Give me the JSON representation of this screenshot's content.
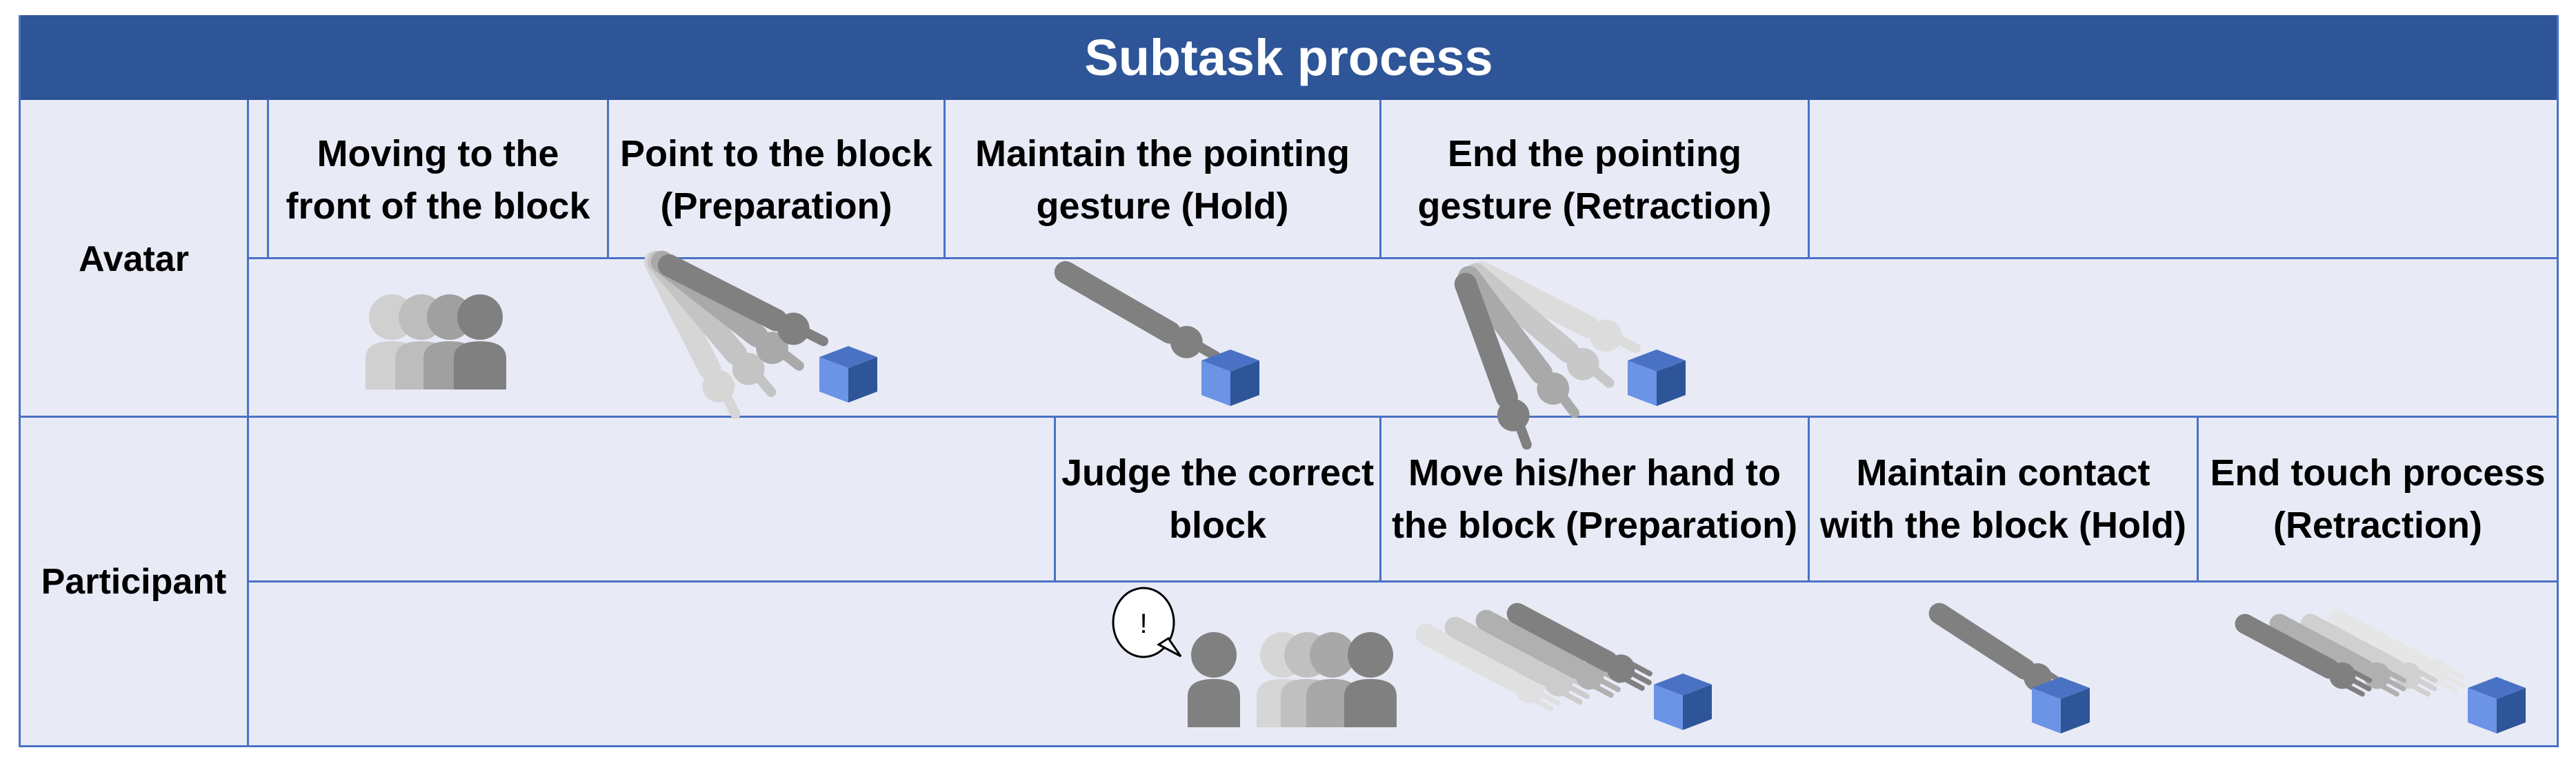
{
  "title": "Subtask process",
  "rows": [
    {
      "label": "Avatar"
    },
    {
      "label": "Participant"
    }
  ],
  "avatar_steps": [
    {
      "label": "Moving to the\nfront of the block",
      "icon": "avatar-moving-icon"
    },
    {
      "label": "Point to the block\n(Preparation)",
      "icon": "avatar-pointing-preparation-icon"
    },
    {
      "label": "Maintain the pointing\ngesture (Hold)",
      "icon": "avatar-pointing-hold-icon"
    },
    {
      "label": "End the pointing\ngesture (Retraction)",
      "icon": "avatar-pointing-retraction-icon"
    }
  ],
  "participant_steps": [
    {
      "label": "Judge the correct\nblock",
      "icon": "participant-judging-icon",
      "bubble": "!"
    },
    {
      "label": "Move his/her hand to\nthe block (Preparation)",
      "icon": "participant-reaching-icon"
    },
    {
      "label": "Maintain contact\nwith the block (Hold)",
      "icon": "participant-hold-contact-icon"
    },
    {
      "label": "End touch process\n(Retraction)",
      "icon": "participant-retraction-icon"
    }
  ],
  "colors": {
    "header": "#2e5597",
    "background": "#e8eaf5",
    "grid": "#4a72c4",
    "figure": "#7f7f7f",
    "cube_front": "#6b93e6",
    "cube_side": "#2e5597"
  }
}
